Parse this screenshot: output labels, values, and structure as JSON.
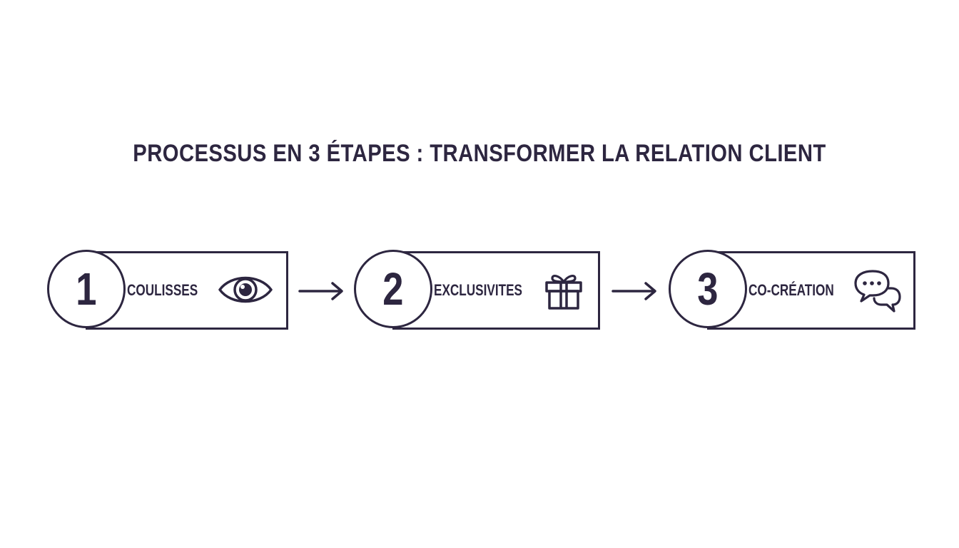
{
  "title": "PROCESSUS EN 3 ÉTAPES : TRANSFORMER LA RELATION CLIENT",
  "steps": [
    {
      "number": "1",
      "label": "COULISSES",
      "icon": "eye-icon"
    },
    {
      "number": "2",
      "label": "EXCLUSIVITES",
      "icon": "gift-icon"
    },
    {
      "number": "3",
      "label": "CO-CRÉATION",
      "icon": "chat-bubbles-icon"
    }
  ],
  "colors": {
    "ink": "#2d2640",
    "background": "#ffffff"
  }
}
